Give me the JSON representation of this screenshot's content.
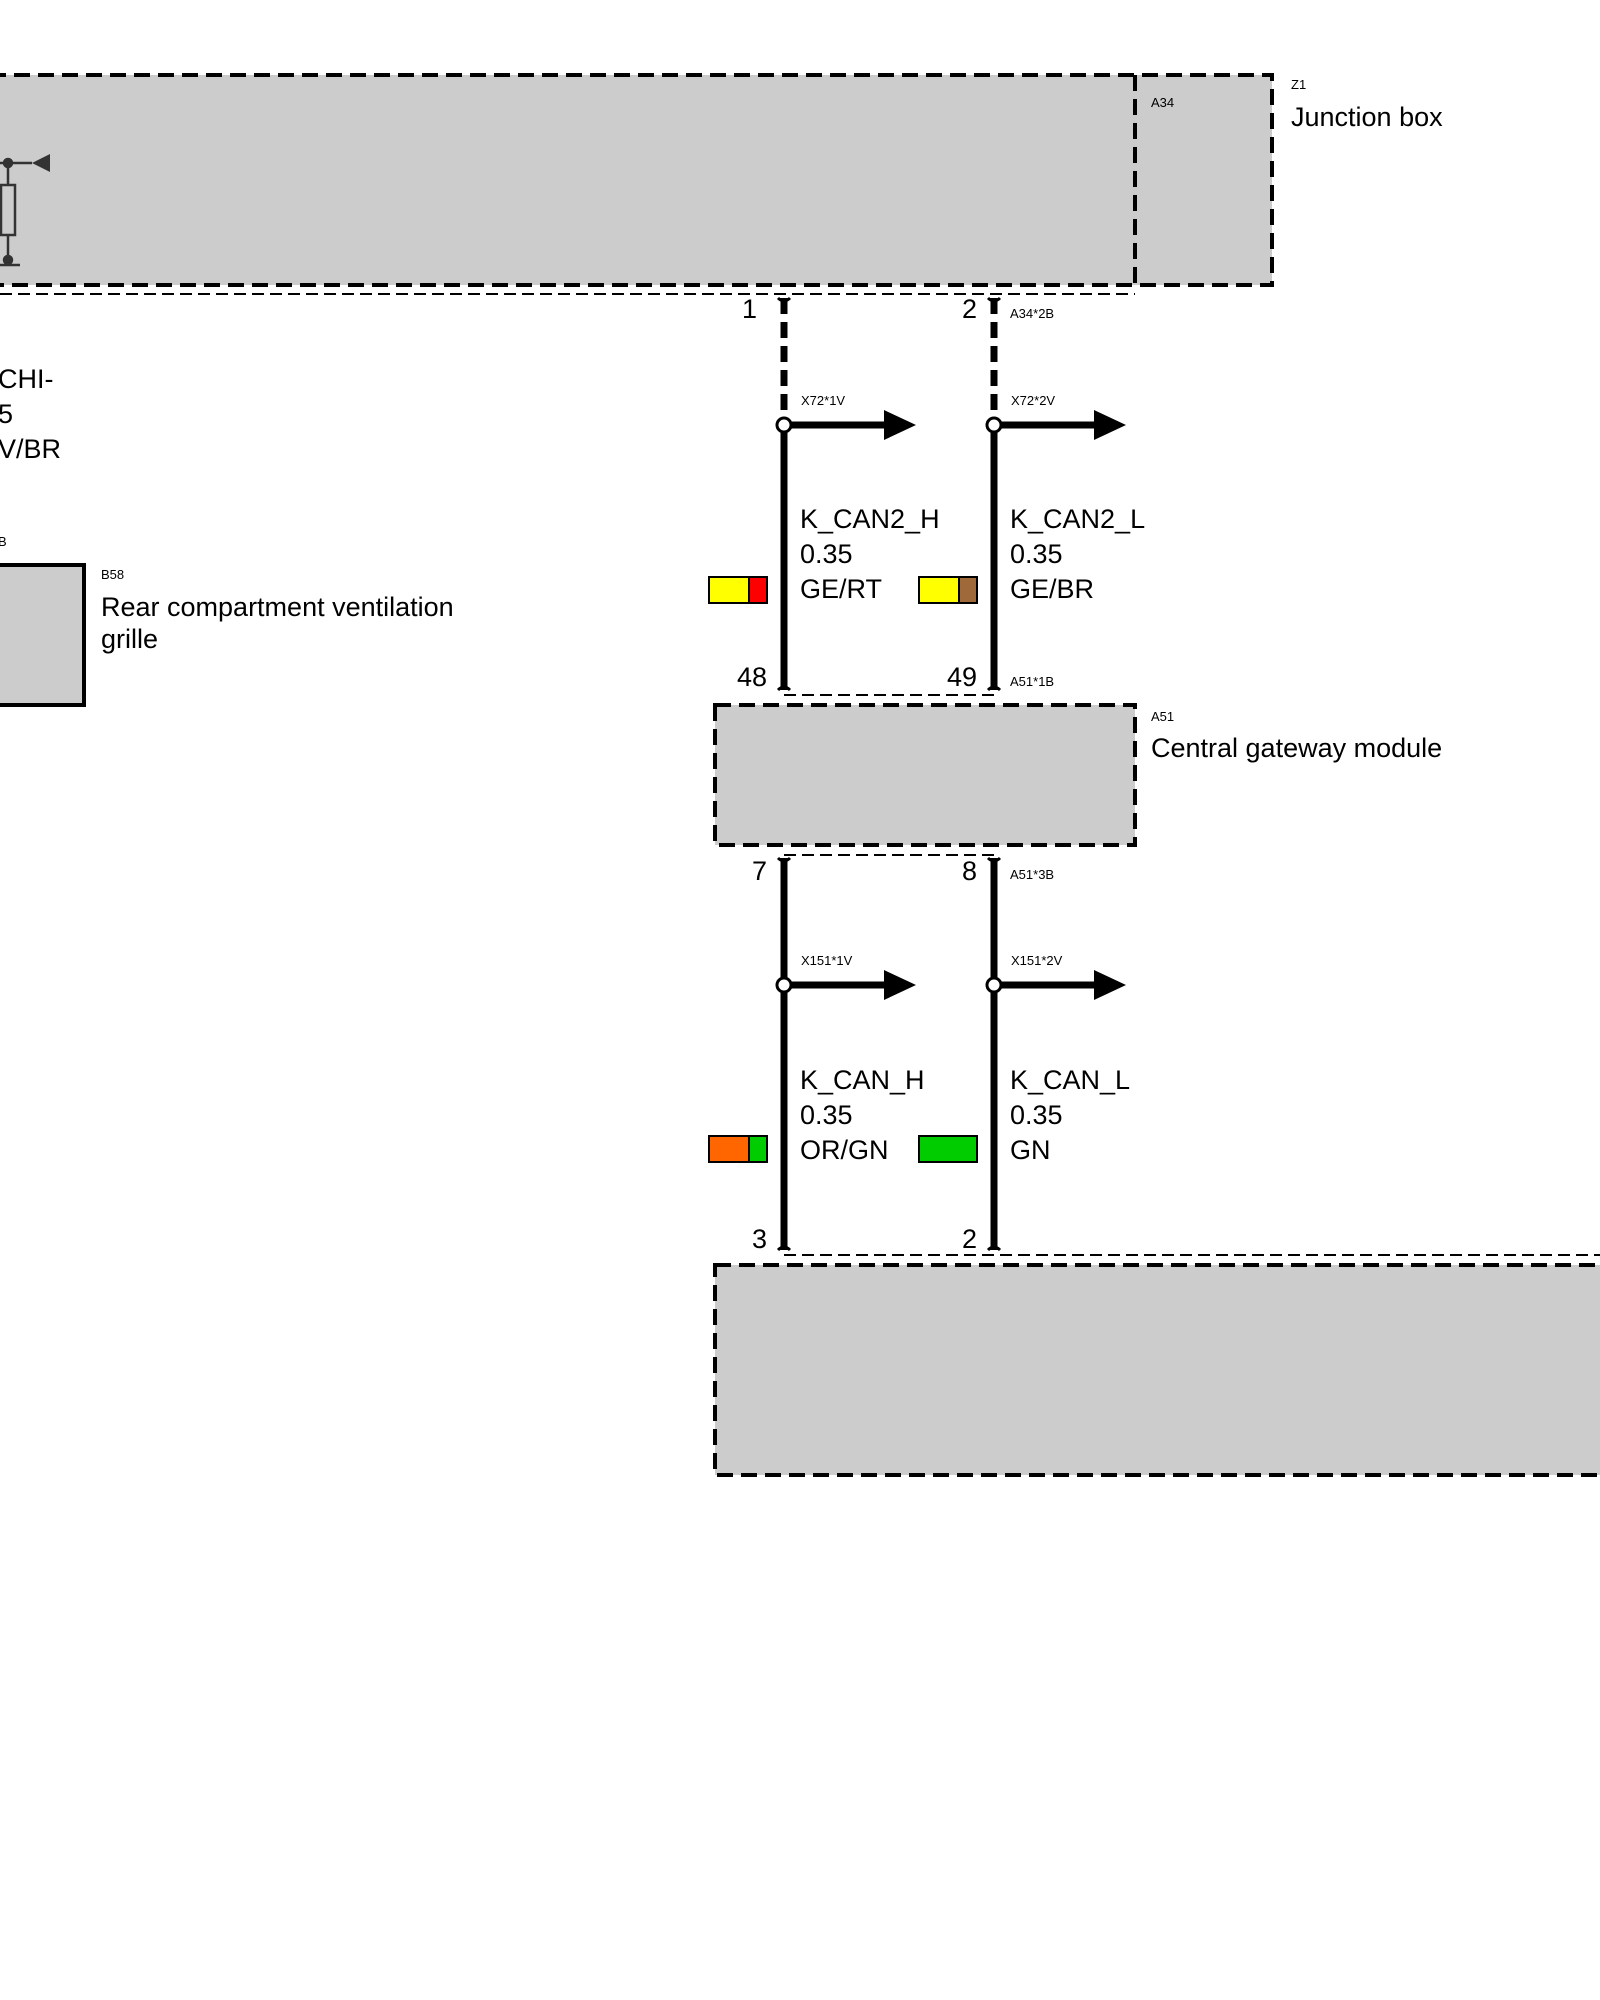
{
  "colors": {
    "box_fill": "#cccccc",
    "wire": "#000000",
    "GE": "#ffff00",
    "RT": "#ff0000",
    "BR": "#a0693a",
    "OR": "#ff6600",
    "GN": "#00cc00"
  },
  "components": {
    "junction_box": {
      "id": "Z1",
      "label": "Junction box",
      "sub_id": "A34",
      "connector": "A34*2B"
    },
    "gateway": {
      "id": "A51",
      "label": "Central gateway module",
      "connector_top": "A51*1B",
      "connector_bottom": "A51*3B"
    },
    "vent_grille": {
      "id": "B58",
      "label_line1": "Rear compartment ventilation",
      "label_line2": "grille",
      "partial_tag": "B"
    },
    "partial_wire_label": {
      "line1": "CHI-",
      "line2": "5",
      "line3": "V/BR"
    },
    "lower_module": {
      "id": "",
      "label": ""
    }
  },
  "wires": [
    {
      "name": "K_CAN2_H",
      "size": "0.35",
      "color": "GE/RT",
      "swatch": [
        "GE",
        "RT"
      ],
      "pin_top": "1",
      "pin_bottom": "48",
      "splice": "X72*1V"
    },
    {
      "name": "K_CAN2_L",
      "size": "0.35",
      "color": "GE/BR",
      "swatch": [
        "GE",
        "BR"
      ],
      "pin_top": "2",
      "pin_bottom": "49",
      "splice": "X72*2V"
    },
    {
      "name": "K_CAN_H",
      "size": "0.35",
      "color": "OR/GN",
      "swatch": [
        "OR",
        "GN"
      ],
      "pin_top": "7",
      "pin_bottom": "3",
      "splice": "X151*1V"
    },
    {
      "name": "K_CAN_L",
      "size": "0.35",
      "color": "GN",
      "swatch": [
        "GN"
      ],
      "pin_top": "8",
      "pin_bottom": "2",
      "splice": "X151*2V"
    }
  ]
}
